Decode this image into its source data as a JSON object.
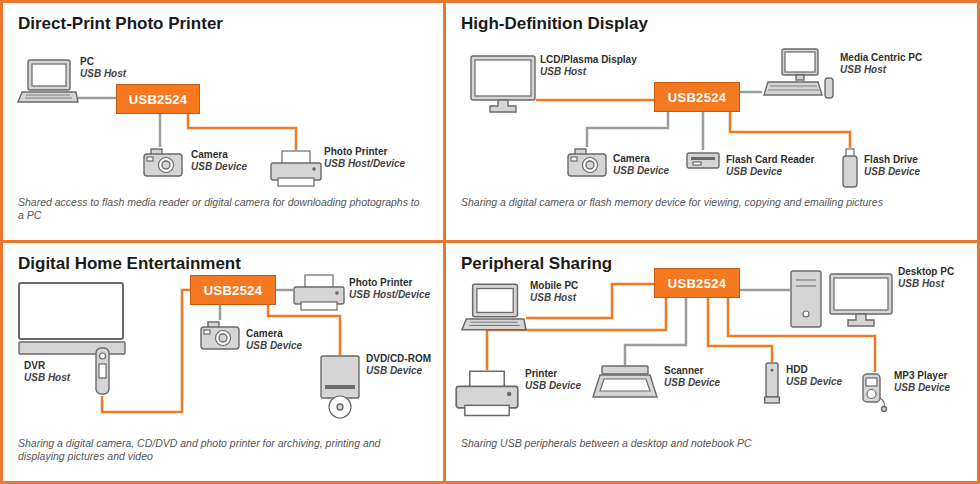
{
  "diagram": {
    "nodes": [
      {
        "text": [
          "Direct-Print Photo Printer",
          "Shared access to flash media reader or digital camera for downloading photographs to a PC"
        ]
      },
      {
        "text": [
          "USB2524"
        ],
        "in": 0
      },
      {
        "text": [
          "PC",
          "USB Host"
        ],
        "in": 0
      },
      {
        "text": [
          "Camera",
          "USB Device"
        ],
        "in": 0
      },
      {
        "text": [
          "Photo Printer",
          "USB Host/Device"
        ],
        "in": 0
      },
      {
        "text": [
          "High-Definition Display",
          "Sharing a digital camera or flash memory device for viewing, copying and emailing pictures"
        ]
      },
      {
        "text": [
          "LCD/Plasma Display",
          "USB Host"
        ],
        "in": 5
      },
      {
        "text": [
          "USB2524"
        ],
        "in": 5
      },
      {
        "text": [
          "Media Centric PC",
          "USB Host"
        ],
        "in": 5
      },
      {
        "text": [
          "Camera",
          "USB Device"
        ],
        "in": 5
      },
      {
        "text": [
          "Flash Card Reader",
          "USB Device"
        ],
        "in": 5
      },
      {
        "text": [
          "Flash Drive",
          "USB Device"
        ],
        "in": 5
      },
      {
        "text": [
          "Digital Home Entertainment",
          "Sharing a digital camera, CD/DVD and photo printer for archiving, printing and displaying pictures and video"
        ]
      },
      {
        "text": [
          "DVR",
          "USB Host"
        ],
        "in": 12
      },
      {
        "text": [
          "USB2524"
        ],
        "in": 12
      },
      {
        "text": [
          "Photo Printer",
          "USB Host/Device"
        ],
        "in": 12
      },
      {
        "text": [
          "Camera",
          "USB Device"
        ],
        "in": 12
      },
      {
        "text": [
          "DVD/CD-ROM",
          "USB Device"
        ],
        "in": 12
      },
      {
        "text": [
          "Peripheral Sharing",
          "Sharing USB peripherals between a desktop and notebook PC"
        ]
      },
      {
        "text": [
          "Mobile PC",
          "USB Host"
        ],
        "in": 18
      },
      {
        "text": [
          "USB2524"
        ],
        "in": 18
      },
      {
        "text": [
          "Desktop PC",
          "USB Host"
        ],
        "in": 18
      },
      {
        "text": [
          "Printer",
          "USB Device"
        ],
        "in": 18
      },
      {
        "text": [
          "Scanner",
          "USB Device"
        ],
        "in": 18
      },
      {
        "text": [
          "HDD",
          "USB Device"
        ],
        "in": 18
      },
      {
        "text": [
          "MP3 Player",
          "USB Device"
        ],
        "in": 18
      }
    ],
    "edges": [
      {
        "from": 1,
        "to": 2,
        "arrow": "none"
      },
      {
        "from": 1,
        "to": 3,
        "arrow": "none"
      },
      {
        "from": 1,
        "to": 4,
        "arrow": "none"
      },
      {
        "from": 7,
        "to": 6,
        "arrow": "none"
      },
      {
        "from": 7,
        "to": 8,
        "arrow": "none"
      },
      {
        "from": 7,
        "to": 9,
        "arrow": "none"
      },
      {
        "from": 7,
        "to": 10,
        "arrow": "none"
      },
      {
        "from": 7,
        "to": 11,
        "arrow": "none"
      },
      {
        "from": 14,
        "to": 13,
        "arrow": "none"
      },
      {
        "from": 14,
        "to": 15,
        "arrow": "none"
      },
      {
        "from": 14,
        "to": 16,
        "arrow": "none"
      },
      {
        "from": 14,
        "to": 17,
        "arrow": "none"
      },
      {
        "from": 20,
        "to": 19,
        "arrow": "none"
      },
      {
        "from": 20,
        "to": 21,
        "arrow": "none"
      },
      {
        "from": 20,
        "to": 22,
        "arrow": "none"
      },
      {
        "from": 20,
        "to": 23,
        "arrow": "none"
      },
      {
        "from": 20,
        "to": 24,
        "arrow": "none"
      },
      {
        "from": 20,
        "to": 25,
        "arrow": "none"
      }
    ]
  }
}
